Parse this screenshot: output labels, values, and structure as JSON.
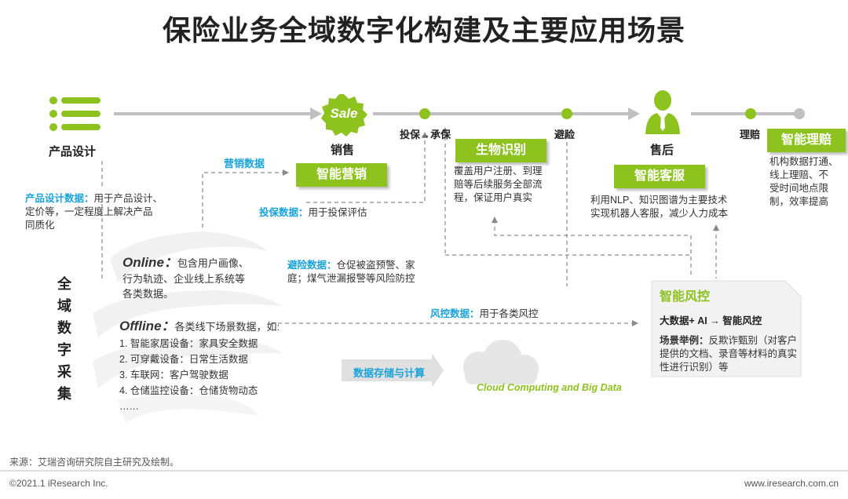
{
  "title": "保险业务全域数字化构建及主要应用场景",
  "nodes": {
    "product_design": "产品设计",
    "sales": "销售",
    "sale_badge": "Sale",
    "underwrite": "投保→承保",
    "risk_avoid": "避险",
    "after_sales": "售后",
    "claims": "理赔"
  },
  "buttons": {
    "smart_marketing": "智能营销",
    "biometrics": "生物识别",
    "smart_service": "智能客服",
    "smart_claims": "智能理赔",
    "smart_risk": "智能风控"
  },
  "labels": {
    "marketing_data": "营销数据",
    "product_data_label": "产品设计数据：",
    "product_data_text1": "用于产品设计、",
    "product_data_text2": "定价等，一定程度上解决产品",
    "product_data_text3": "同质化",
    "underwrite_data_label": "投保数据：",
    "underwrite_data_text": "用于投保评估",
    "risk_avoid_data_label": "避险数据：",
    "risk_avoid_data_text1": "仓促被盗预警、家",
    "risk_avoid_data_text2": "庭；煤气泄漏报警等风险防控",
    "risk_control_data_label": "风控数据：",
    "risk_control_data_text": "用于各类风控",
    "storage": "数据存储与计算",
    "cloud": "Cloud Computing and Big Data"
  },
  "descriptions": {
    "biometrics": [
      "覆盖用户注册、到理",
      "赔等后续服务全部流",
      "程，保证用户真实"
    ],
    "smart_service": [
      "利用NLP、知识图谱为主要技术",
      "实现机器人客服，减少人力成本"
    ],
    "smart_claims": [
      "机构数据打通、",
      "线上理赔、不",
      "受时间地点限",
      "制，效率提高"
    ]
  },
  "risk_panel": {
    "formula": "大数据+ AI → 智能风控",
    "example_label": "场景举例：",
    "example_text1": "反欺诈甄别（对客户",
    "example_text2": "提供的文档、录音等材料的真实",
    "example_text3": "性进行识别）等"
  },
  "collection": {
    "vertical": [
      "全",
      "域",
      "数",
      "字",
      "采",
      "集"
    ],
    "online_title": "Online：",
    "online_text1": "包含用户画像、",
    "online_text2": "行为轨迹、企业线上系统等",
    "online_text3": "各类数据。",
    "offline_title": "Offline：",
    "offline_text": "各类线下场景数据，如:",
    "offline_items": [
      "1.    智能家居设备：家具安全数据",
      "2.    可穿戴设备：日常生活数据",
      "3.    车联网：客户驾驶数据",
      "4.    仓储监控设备：仓储货物动态"
    ],
    "ellipsis": "……"
  },
  "footer": {
    "source": "来源：艾瑞咨询研究院自主研究及绘制。",
    "copyright": "©2021.1 iResearch Inc.",
    "url": "www.iresearch.com.cn"
  },
  "colors": {
    "green": "#8dc21f",
    "blue": "#1aa3d9",
    "gray": "#c0c0c0"
  }
}
